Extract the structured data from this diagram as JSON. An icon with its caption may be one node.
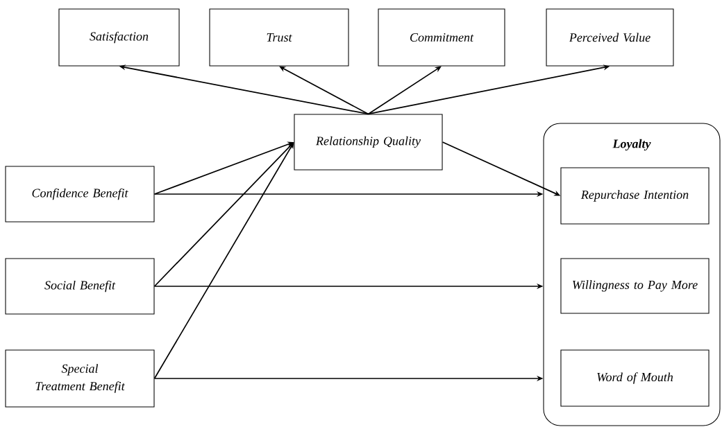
{
  "diagram": {
    "nodes": [
      {
        "text": [
          "Satisfaction"
        ]
      },
      {
        "text": [
          "Trust"
        ]
      },
      {
        "text": [
          "Commitment"
        ]
      },
      {
        "text": [
          "Perceived Value"
        ]
      },
      {
        "text": [
          "Relationship Quality"
        ]
      },
      {
        "text": [
          "Loyalty"
        ]
      },
      {
        "text": [
          "Repurchase Intention"
        ],
        "in": 5
      },
      {
        "text": [
          "Willingness to Pay More"
        ],
        "in": 5
      },
      {
        "text": [
          "Word of Mouth"
        ],
        "in": 5
      },
      {
        "text": [
          "Confidence Benefit"
        ]
      },
      {
        "text": [
          "Social Benefit"
        ]
      },
      {
        "text": [
          "Special Treatment Benefit"
        ]
      }
    ],
    "edges": [
      {
        "from": 4,
        "to": 0,
        "arrow": "to"
      },
      {
        "from": 4,
        "to": 1,
        "arrow": "to"
      },
      {
        "from": 4,
        "to": 2,
        "arrow": "to"
      },
      {
        "from": 4,
        "to": 3,
        "arrow": "to"
      },
      {
        "from": 9,
        "to": 4,
        "arrow": "to"
      },
      {
        "from": 10,
        "to": 4,
        "arrow": "to"
      },
      {
        "from": 11,
        "to": 4,
        "arrow": "to"
      },
      {
        "from": 4,
        "to": 6,
        "arrow": "to"
      },
      {
        "from": 9,
        "to": 5,
        "arrow": "to"
      },
      {
        "from": 10,
        "to": 5,
        "arrow": "to"
      },
      {
        "from": 11,
        "to": 5,
        "arrow": "to"
      }
    ]
  }
}
